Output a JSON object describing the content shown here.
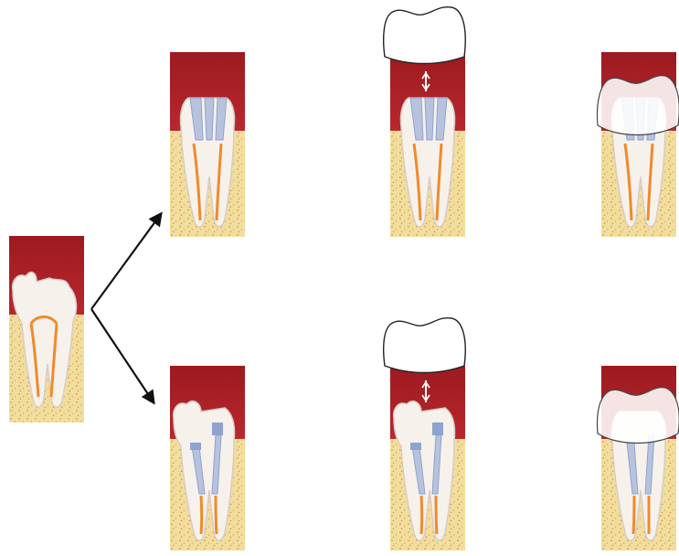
{
  "colors": {
    "background": "#ffffff",
    "gum": "#a51e24",
    "gum_light": "#c43a3e",
    "bone": "#f3dd9c",
    "bone_speckle": "#c9a25a",
    "tooth": "#f7f1ec",
    "tooth_shade": "#e3d7d0",
    "pulp": "#f08a2a",
    "filling": "#b7c3dd",
    "post": "#8fa3cf",
    "crown": "#ffffff",
    "arrow": "#111111"
  },
  "panels": [
    {
      "id": "original",
      "icon": "damaged-molar-icon",
      "tooth": "broken",
      "crown": "none"
    },
    {
      "id": "upper-1",
      "icon": "root-canal-filled-molar-icon",
      "tooth": "prepared-filled",
      "crown": "none"
    },
    {
      "id": "upper-2",
      "icon": "crown-placement-molar-icon",
      "tooth": "prepared-filled",
      "crown": "above"
    },
    {
      "id": "upper-3",
      "icon": "crowned-molar-icon",
      "tooth": "prepared-filled",
      "crown": "seated"
    },
    {
      "id": "lower-1",
      "icon": "post-core-molar-icon",
      "tooth": "posts",
      "crown": "none"
    },
    {
      "id": "lower-2",
      "icon": "post-crown-placement-molar-icon",
      "tooth": "posts",
      "crown": "above"
    },
    {
      "id": "lower-3",
      "icon": "post-crowned-molar-icon",
      "tooth": "posts",
      "crown": "seated"
    }
  ],
  "arrows": [
    {
      "from": "original",
      "to": "upper-1",
      "icon": "arrow-up-right-icon"
    },
    {
      "from": "original",
      "to": "lower-1",
      "icon": "arrow-down-right-icon"
    }
  ]
}
